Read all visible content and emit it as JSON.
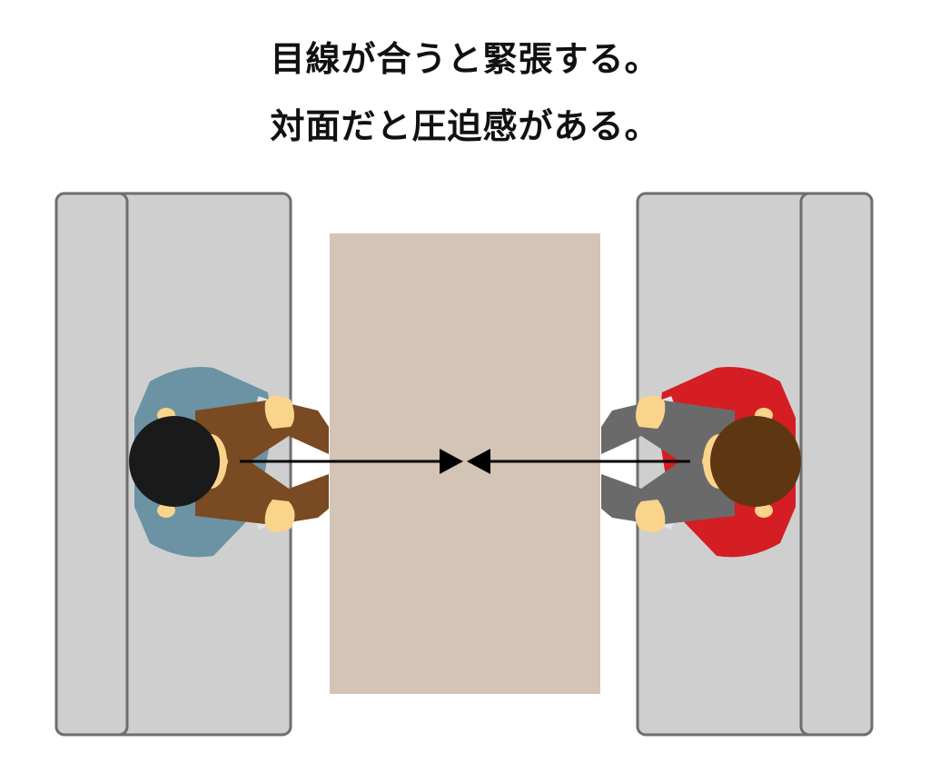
{
  "caption": {
    "line1": "目線が合うと緊張する。",
    "line2": "対面だと圧迫感がある。"
  },
  "colors": {
    "sofa_fill": "#cfcfcf",
    "sofa_stroke": "#6e6e6e",
    "table": "#d4c4b5",
    "skin": "#f9d48a",
    "left_person_jacket": "#6b93a3",
    "left_person_pants": "#7a4a22",
    "left_person_hair": "#1a1a1a",
    "right_person_jacket": "#d51d24",
    "right_person_pants": "#6a6a6a",
    "right_person_hair": "#5e3712",
    "arrow": "#000000"
  },
  "scene": {
    "layout": "face-to-face",
    "left_person": "seated on left sofa facing right",
    "right_person": "seated on right sofa facing left",
    "gaze_arrows": "two arrows meeting in the middle of the table"
  }
}
